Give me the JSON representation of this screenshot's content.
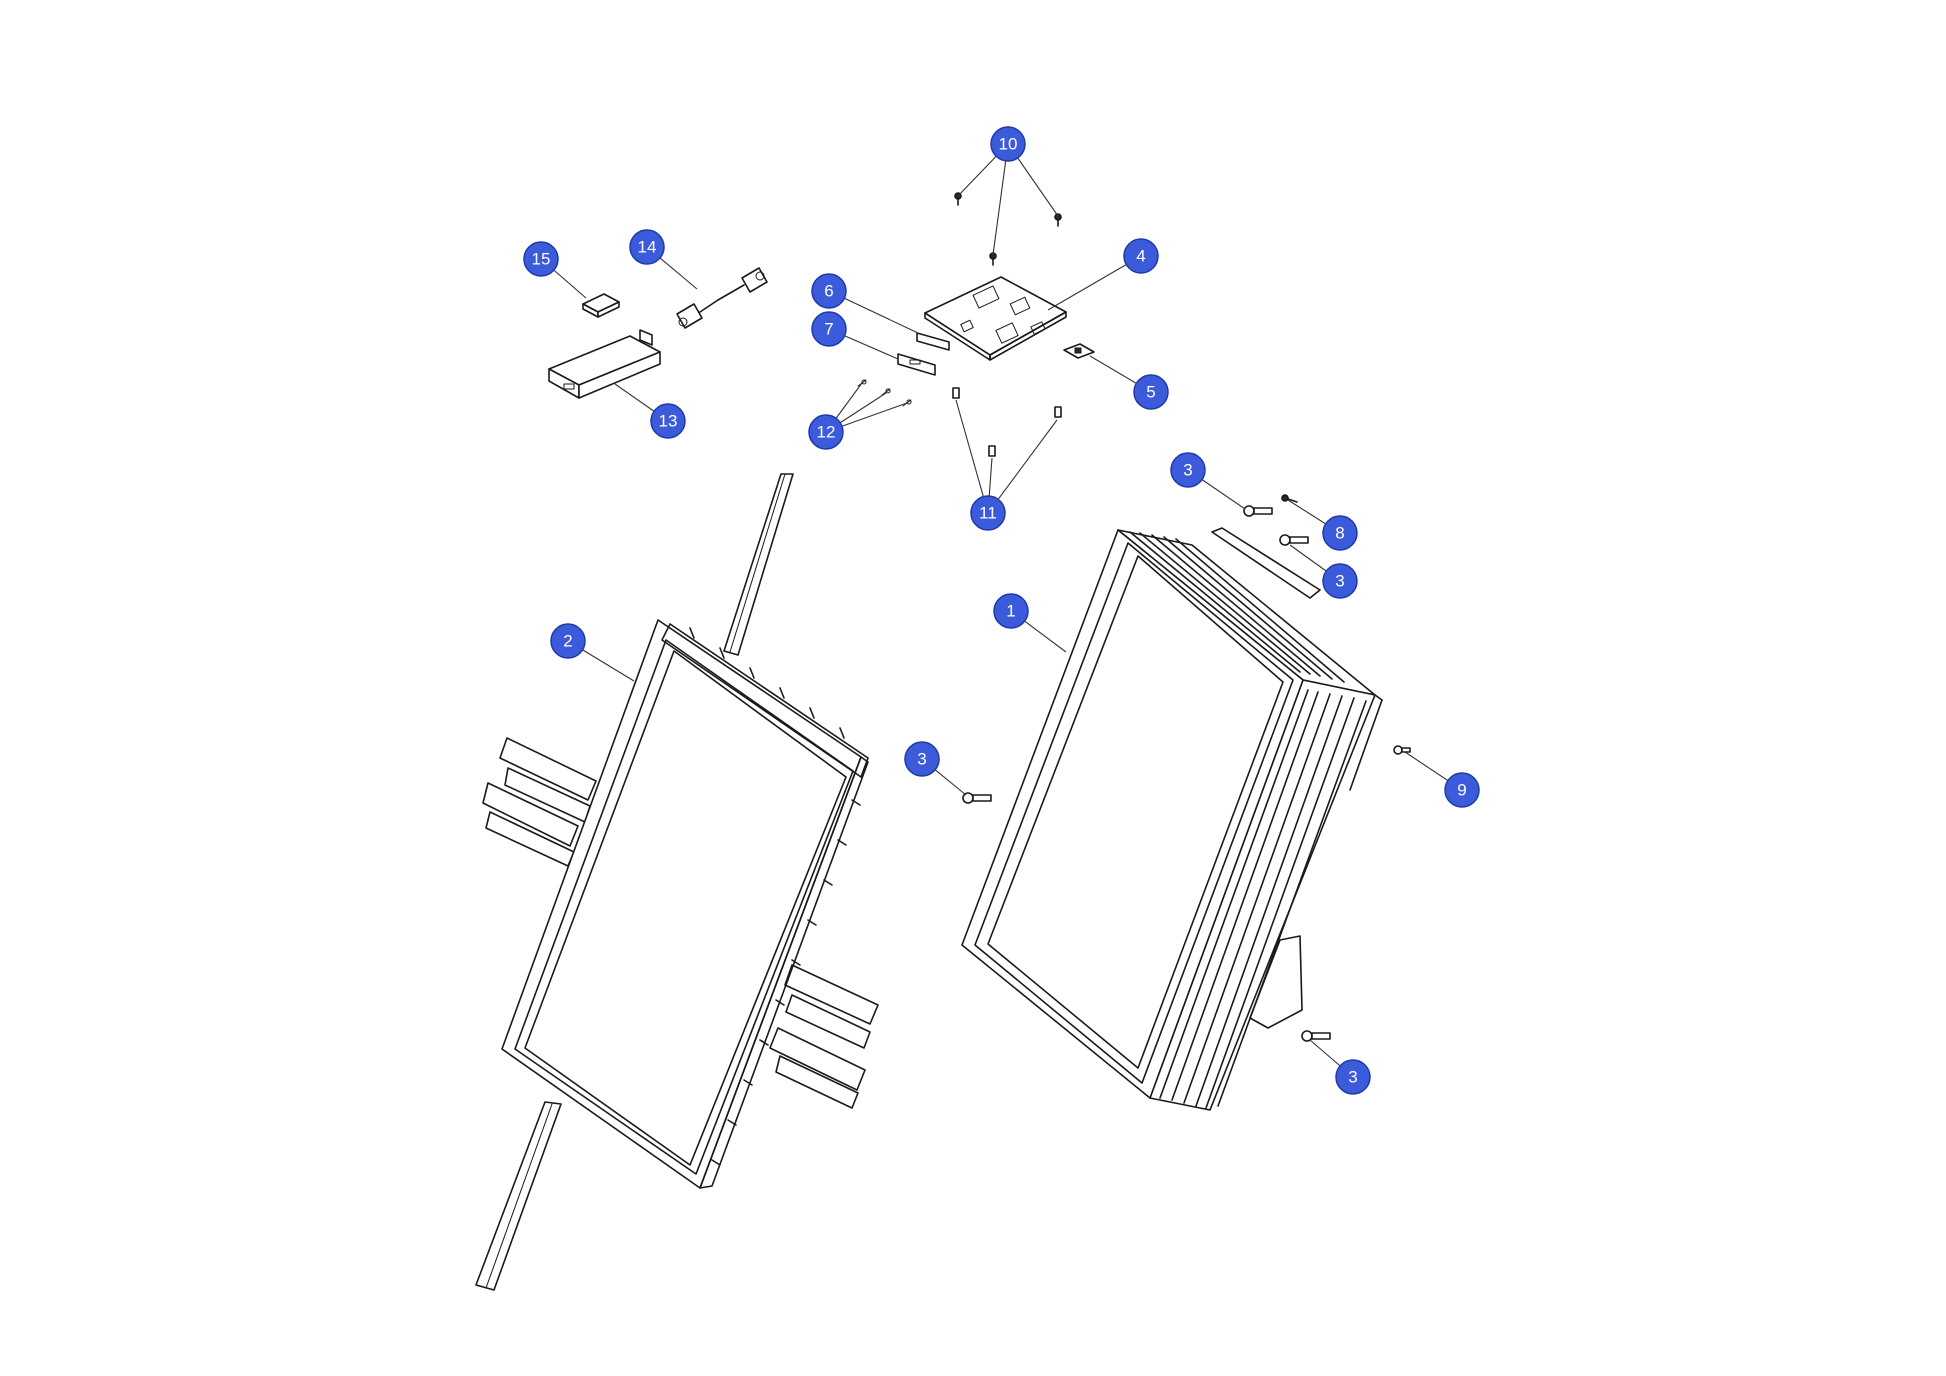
{
  "diagram": {
    "type": "exploded-parts-view",
    "callout_color": "#3b5bdb",
    "callout_text_color": "#ffffff",
    "callouts": [
      {
        "id": "c1",
        "label": "1",
        "part": "display-assembly-1"
      },
      {
        "id": "c2",
        "label": "2",
        "part": "display-panel-2"
      },
      {
        "id": "c3a",
        "label": "3",
        "part": "screw-3"
      },
      {
        "id": "c3b",
        "label": "3",
        "part": "screw-3"
      },
      {
        "id": "c3c",
        "label": "3",
        "part": "screw-3"
      },
      {
        "id": "c3d",
        "label": "3",
        "part": "screw-3"
      },
      {
        "id": "c4",
        "label": "4",
        "part": "circuit-board-4"
      },
      {
        "id": "c5",
        "label": "5",
        "part": "chip-5"
      },
      {
        "id": "c6",
        "label": "6",
        "part": "bracket-6"
      },
      {
        "id": "c7",
        "label": "7",
        "part": "connector-plate-7"
      },
      {
        "id": "c8",
        "label": "8",
        "part": "screw-8"
      },
      {
        "id": "c9",
        "label": "9",
        "part": "screw-9"
      },
      {
        "id": "c10",
        "label": "10",
        "part": "screws-10"
      },
      {
        "id": "c11",
        "label": "11",
        "part": "standoffs-11"
      },
      {
        "id": "c12",
        "label": "12",
        "part": "pins-12"
      },
      {
        "id": "c13",
        "label": "13",
        "part": "module-13"
      },
      {
        "id": "c14",
        "label": "14",
        "part": "cable-14"
      },
      {
        "id": "c15",
        "label": "15",
        "part": "pad-15"
      }
    ]
  }
}
